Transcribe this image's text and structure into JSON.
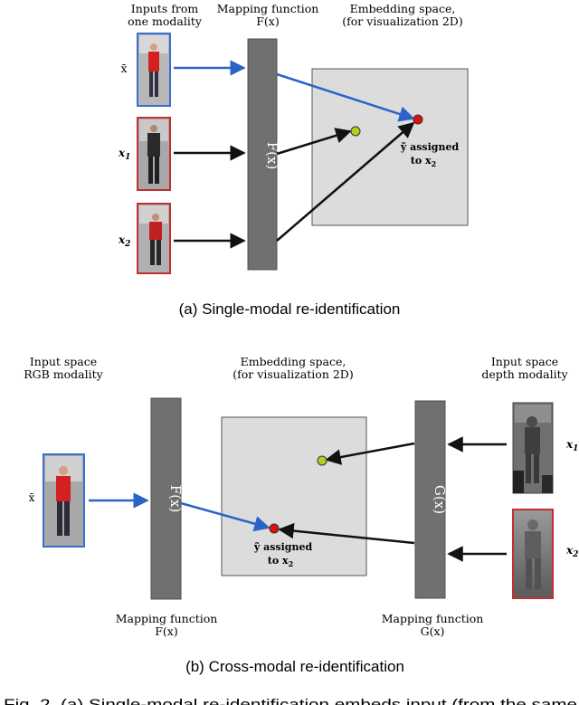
{
  "panel_a": {
    "header_inputs_1": "Inputs from",
    "header_inputs_2": "one modality",
    "header_mapping_1": "Mapping function",
    "header_mapping_2": "F(x)",
    "header_embed_1": "Embedding space,",
    "header_embed_2": "(for visualization 2D)",
    "label_xbar": "x̄",
    "label_x1": "x",
    "label_x1_sub": "1",
    "label_x2": "x",
    "label_x2_sub": "2",
    "function_label": "F(x)",
    "assigned_1": "ỹ assigned",
    "assigned_2_prefix": "to x",
    "assigned_2_sub": "2",
    "caption": "(a) Single-modal re-identification"
  },
  "panel_b": {
    "header_rgb_1": "Input space",
    "header_rgb_2": "RGB modality",
    "header_embed_1": "Embedding space,",
    "header_embed_2": "(for visualization 2D)",
    "header_depth_1": "Input space",
    "header_depth_2": "depth modality",
    "label_xbar": "x̄",
    "label_x1": "x",
    "label_x1_sub": "1",
    "label_x2": "x",
    "label_x2_sub": "2",
    "function_f_label": "F(x)",
    "function_g_label": "G(x)",
    "assigned_1": "ỹ assigned",
    "assigned_2_prefix": "to x",
    "assigned_2_sub": "2",
    "footer_f_1": "Mapping function",
    "footer_f_2": "F(x)",
    "footer_g_1": "Mapping function",
    "footer_g_2": "G(x)",
    "caption": "(b) Cross-modal re-identification"
  },
  "figure_caption": "Fig. 2. (a) Single-modal re-identification embeds input (from the same",
  "colors": {
    "blue_arrow": "#2b63c8",
    "black_arrow": "#111111",
    "mapping_bar": "#707070",
    "embed_box": "#dcdcdc",
    "red_point": "#e01010",
    "yellow_point": "#b9cc20",
    "blue_frame": "#3a6fd0",
    "red_frame": "#c23030"
  }
}
